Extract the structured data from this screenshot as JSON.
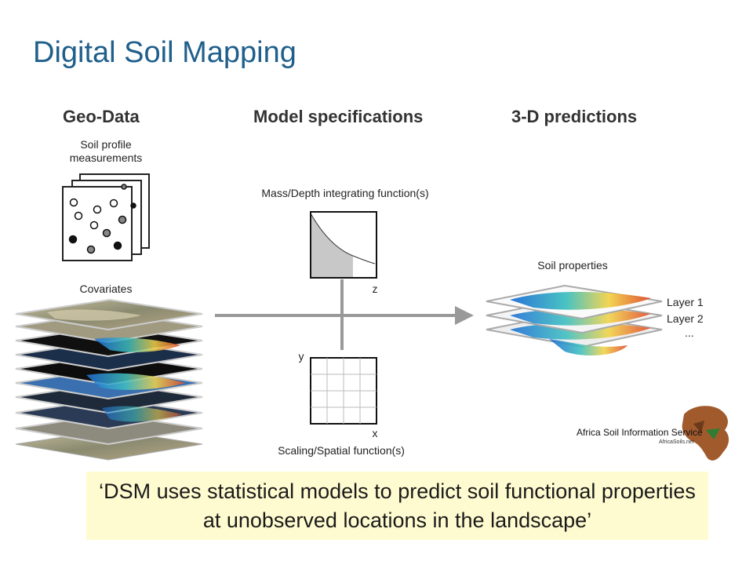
{
  "title": "Digital Soil Mapping",
  "columns": {
    "geo_data": "Geo-Data",
    "model_specs": "Model specifications",
    "predictions": "3-D predictions"
  },
  "labels": {
    "soil_profile": "Soil profile\nmeasurements",
    "covariates": "Covariates",
    "mass_depth": "Mass/Depth integrating function(s)",
    "axis_z": "z",
    "axis_y": "y",
    "axis_x": "x",
    "scaling": "Scaling/Spatial function(s)",
    "soil_properties": "Soil properties",
    "layer1": "Layer 1",
    "layer2": "Layer 2",
    "layer_more": "..."
  },
  "logo": {
    "name": "Africa Soil Information Service",
    "site": "AfricaSoils.net"
  },
  "quote": "‘DSM uses statistical models to predict soil functional properties at unobserved locations in the landscape’",
  "colors": {
    "title": "#1f5f8b",
    "arrow": "#999999",
    "quote_bg": "#fffbd0"
  }
}
